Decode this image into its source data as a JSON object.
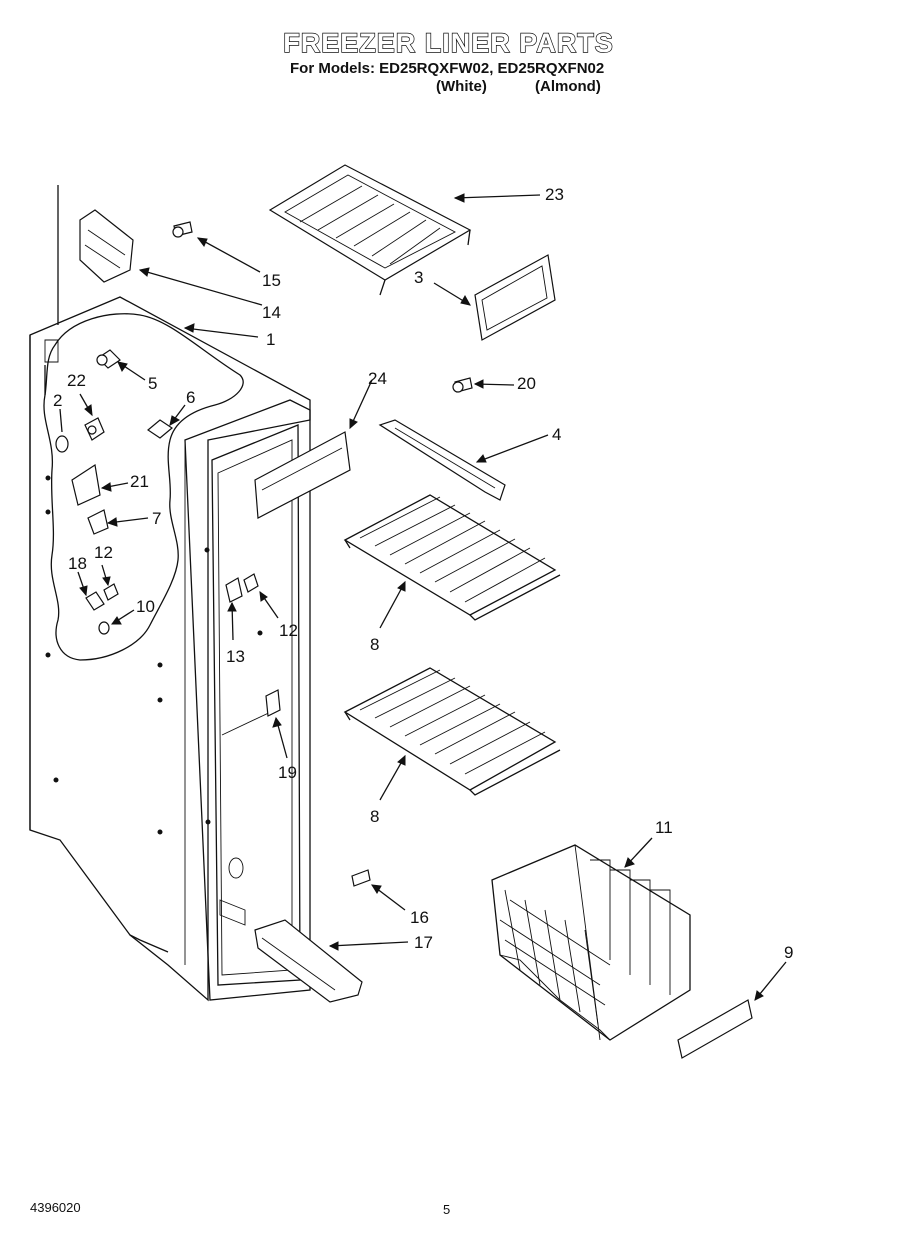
{
  "header": {
    "title": "FREEZER LINER PARTS",
    "models_prefix": "For Models: ED25RQXFW02, ED25RQXFN02",
    "variant_white": "(White)",
    "variant_almond": "(Almond)"
  },
  "footer": {
    "doc_number": "4396020",
    "page_number": "5"
  },
  "callouts": {
    "c1": "1",
    "c2": "2",
    "c3": "3",
    "c4": "4",
    "c5": "5",
    "c6": "6",
    "c7": "7",
    "c8a": "8",
    "c8b": "8",
    "c9": "9",
    "c10": "10",
    "c11": "11",
    "c12a": "12",
    "c12b": "12",
    "c13": "13",
    "c14": "14",
    "c15": "15",
    "c16": "16",
    "c17": "17",
    "c18": "18",
    "c19": "19",
    "c20": "20",
    "c21": "21",
    "c22": "22",
    "c23": "23",
    "c24": "24"
  }
}
